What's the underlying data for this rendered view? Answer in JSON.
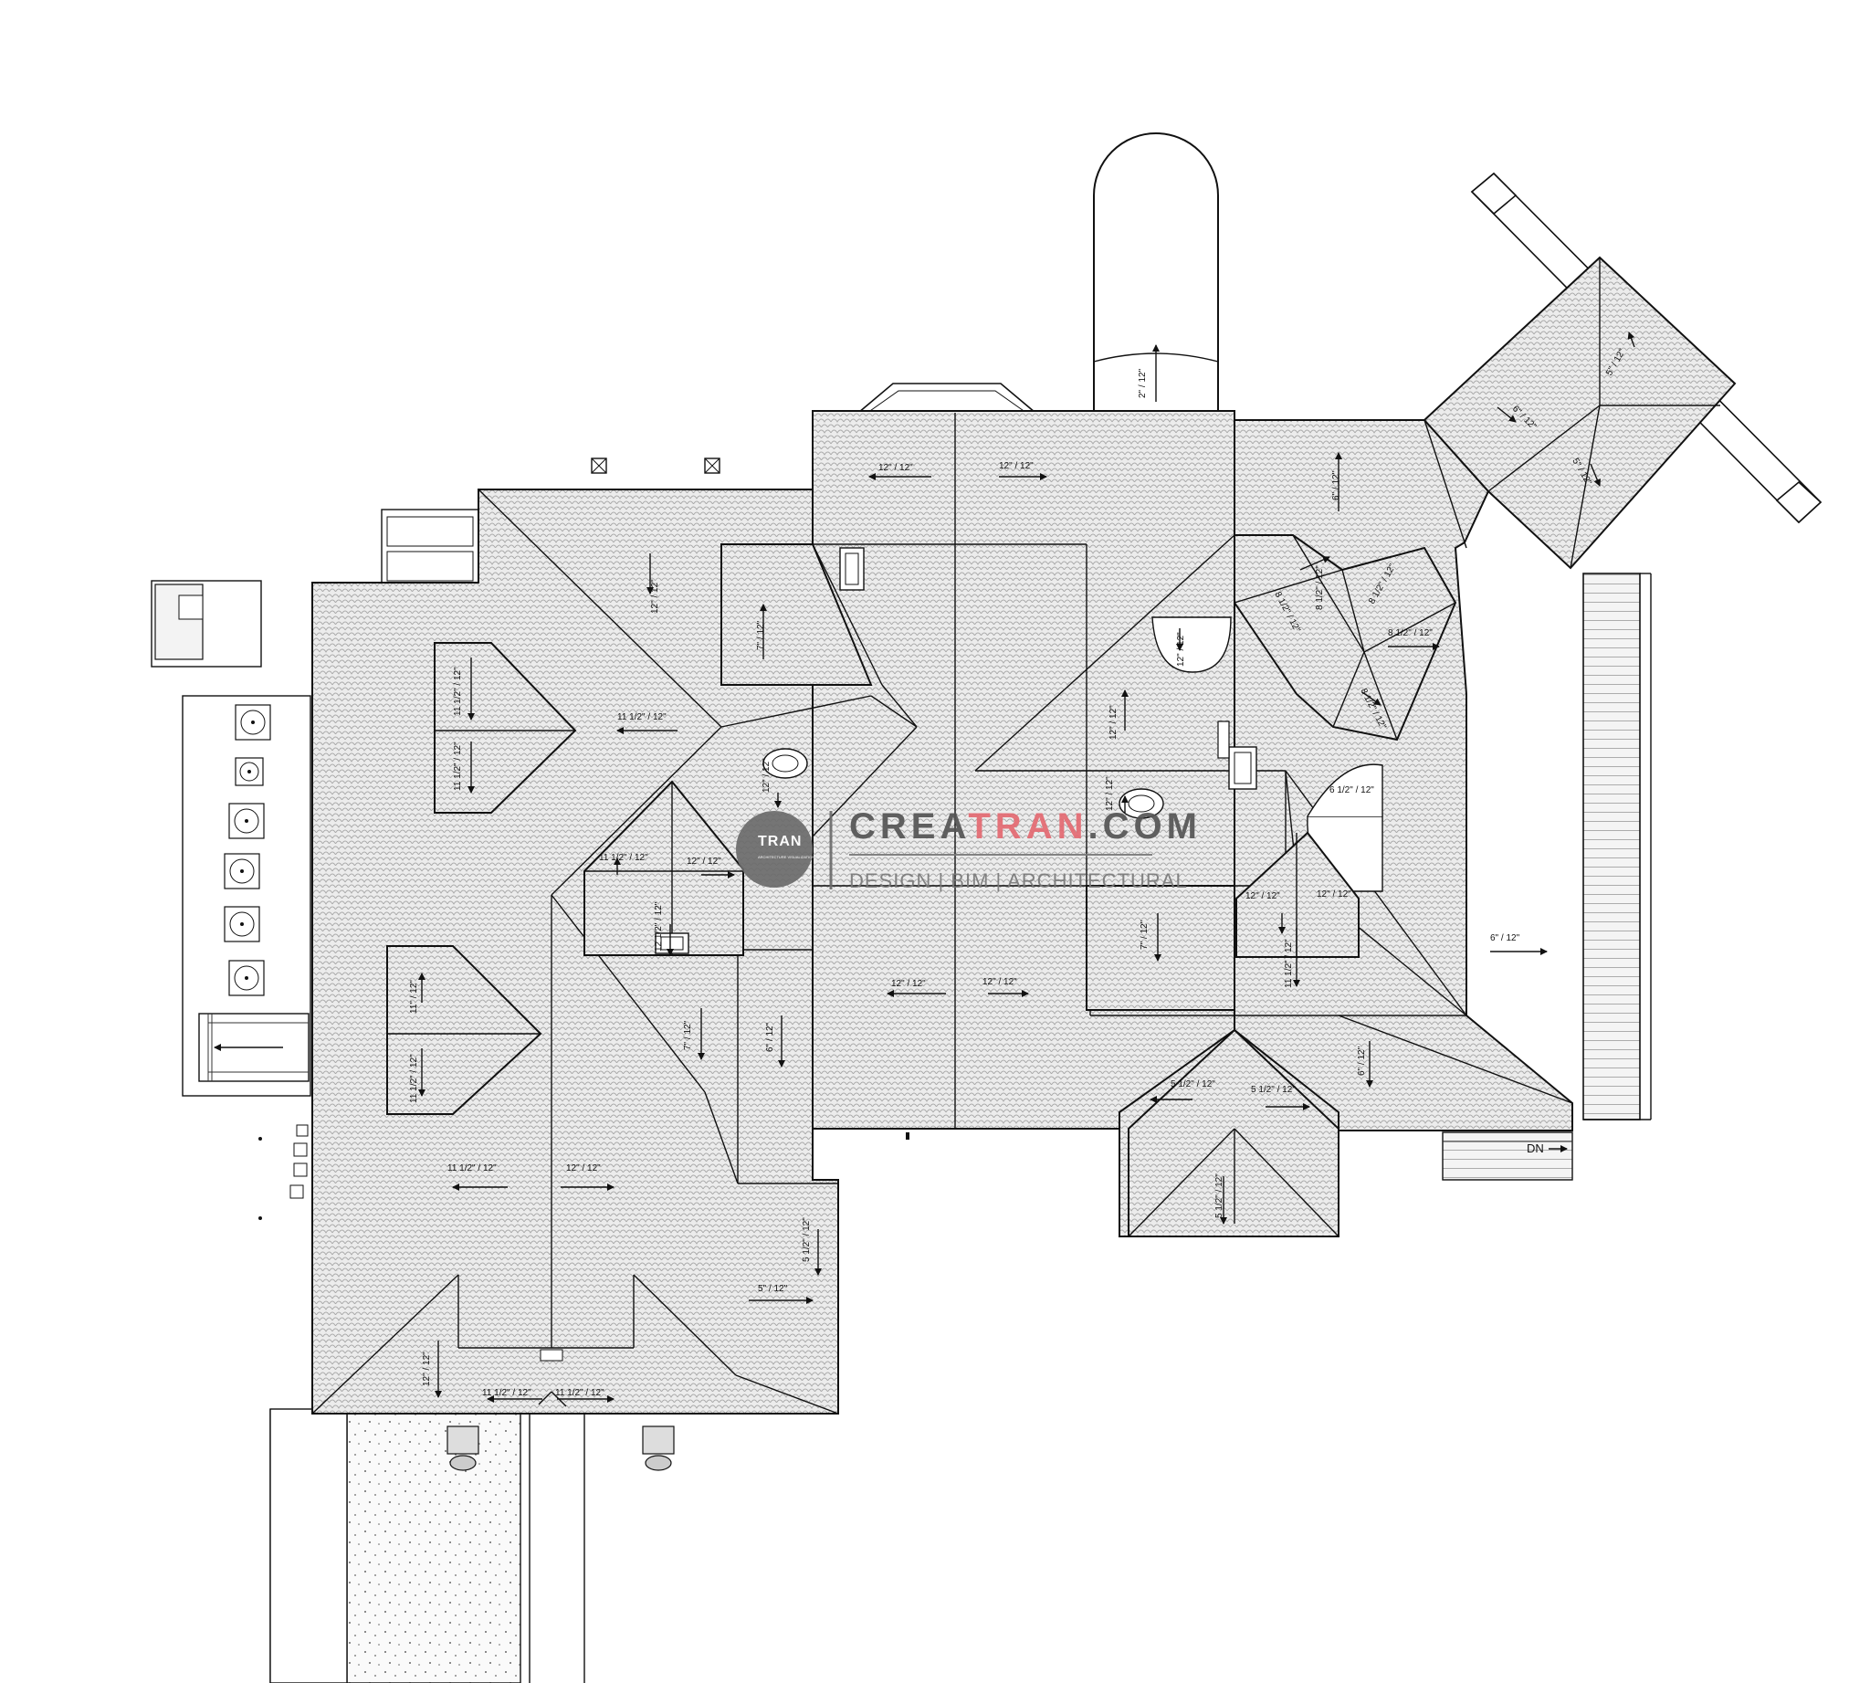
{
  "slopes": [
    {
      "id": "s1",
      "text": "12\" / 12\""
    },
    {
      "id": "s2",
      "text": "12\" / 12\""
    },
    {
      "id": "s3",
      "text": "2\" / 12\""
    },
    {
      "id": "s4",
      "text": "6\" / 12\""
    },
    {
      "id": "s5",
      "text": "6\" / 12\""
    },
    {
      "id": "s6",
      "text": "5\" / 12\""
    },
    {
      "id": "s7",
      "text": "5\" / 12\""
    },
    {
      "id": "s8",
      "text": "12\" / 12\""
    },
    {
      "id": "s9",
      "text": "7\" / 12\""
    },
    {
      "id": "s10",
      "text": "11 1/2\" / 12\""
    },
    {
      "id": "s11",
      "text": "11 1/2\" / 12\""
    },
    {
      "id": "s12",
      "text": "11 1/2\" / 12\""
    },
    {
      "id": "s13",
      "text": "12\" / 12\""
    },
    {
      "id": "s14",
      "text": "11 1/2\" / 12\""
    },
    {
      "id": "s15",
      "text": "12\" / 12\""
    },
    {
      "id": "s16",
      "text": "12 1/2\" / 12\""
    },
    {
      "id": "s17",
      "text": "11\" / 12\""
    },
    {
      "id": "s18",
      "text": "11 1/2\" / 12\""
    },
    {
      "id": "s19",
      "text": "7\" / 12\""
    },
    {
      "id": "s20",
      "text": "6\" / 12\""
    },
    {
      "id": "s21",
      "text": "12\" / 12\""
    },
    {
      "id": "s22",
      "text": "12\" / 12\""
    },
    {
      "id": "s23",
      "text": "11 1/2\" / 12\""
    },
    {
      "id": "s24",
      "text": "12\" / 12\""
    },
    {
      "id": "s25",
      "text": "5 1/2\" / 12\""
    },
    {
      "id": "s26",
      "text": "5\" / 12\""
    },
    {
      "id": "s27",
      "text": "12\" / 12\""
    },
    {
      "id": "s28",
      "text": "11 1/2\" / 12\""
    },
    {
      "id": "s29",
      "text": "11 1/2\" / 12\""
    },
    {
      "id": "s30",
      "text": "8 1/2\" / 12\""
    },
    {
      "id": "s31",
      "text": "8 1/2\" / 12\""
    },
    {
      "id": "s32",
      "text": "8 1/2\" / 12\""
    },
    {
      "id": "s33",
      "text": "8 1/2\" / 12\""
    },
    {
      "id": "s34",
      "text": "8 1/2\" / 12\""
    },
    {
      "id": "s35",
      "text": "12\" / 12\""
    },
    {
      "id": "s36",
      "text": "12\" / 12\""
    },
    {
      "id": "s37",
      "text": "12\" / 12\""
    },
    {
      "id": "s38",
      "text": "6 1/2\" / 12\""
    },
    {
      "id": "s39",
      "text": "7\" / 12\""
    },
    {
      "id": "s40",
      "text": "12\" / 12\""
    },
    {
      "id": "s41",
      "text": "12\" / 12\""
    },
    {
      "id": "s42",
      "text": "11 1/2\" / 12\""
    },
    {
      "id": "s43",
      "text": "6\" / 12\""
    },
    {
      "id": "s44",
      "text": "6\" / 12\""
    },
    {
      "id": "s45",
      "text": "5 1/2\" / 12\""
    },
    {
      "id": "s46",
      "text": "5 1/2\" / 12\""
    },
    {
      "id": "s47",
      "text": "5 1/2\" / 12\""
    }
  ],
  "stair_label": "DN",
  "brand": {
    "logo_text": "TRAN",
    "logo_sub": "ARCHITECTURE VISUALIZATION DESIGN",
    "name_a": "CREA",
    "name_b": "TRAN",
    "name_c": ".COM",
    "tagline": "DESIGN | BIM | ARCHITECTURAL",
    "color_dark": "#555555",
    "color_accent": "#e46a72"
  }
}
